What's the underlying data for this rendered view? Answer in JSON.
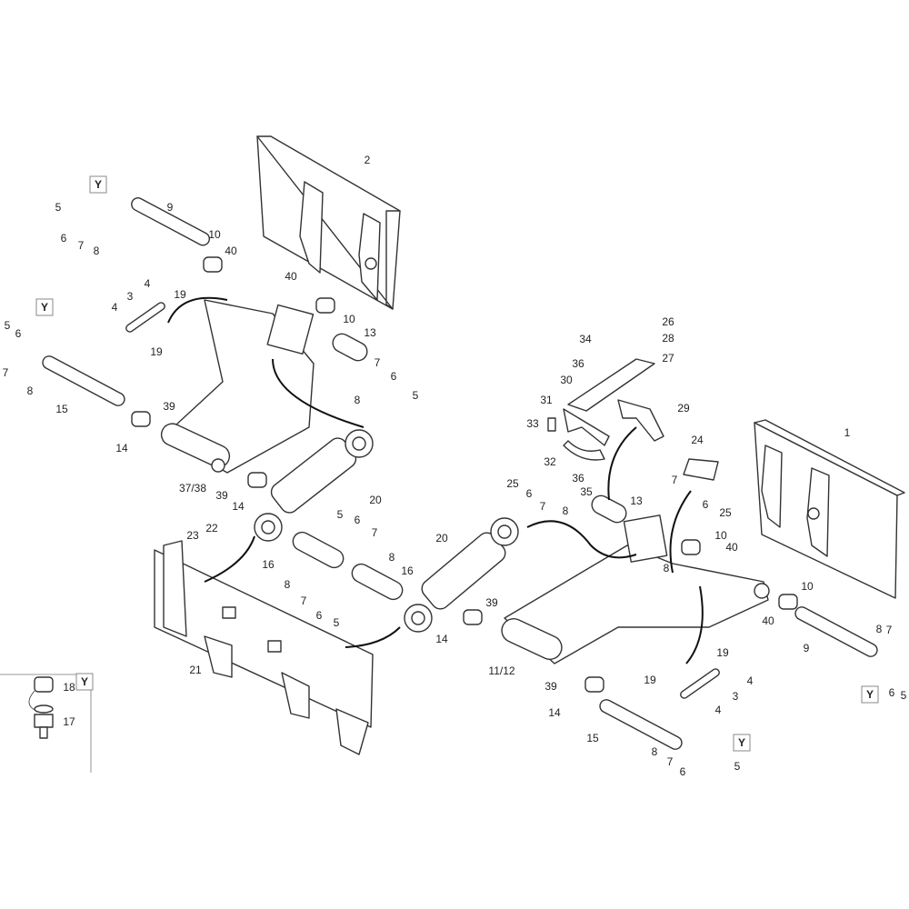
{
  "diagram": {
    "type": "exploded parts diagram",
    "part_labels": [
      "2",
      "9",
      "5",
      "6",
      "7",
      "8",
      "10",
      "40",
      "40",
      "10",
      "4",
      "3",
      "19",
      "4",
      "19",
      "5",
      "6",
      "7",
      "8",
      "15",
      "13",
      "7",
      "6",
      "5",
      "8",
      "39",
      "14",
      "37/38",
      "39",
      "14",
      "20",
      "23",
      "22",
      "5",
      "6",
      "7",
      "8",
      "16",
      "8",
      "7",
      "6",
      "5",
      "16",
      "21",
      "20",
      "39",
      "14",
      "34",
      "36",
      "26",
      "28",
      "27",
      "30",
      "31",
      "33",
      "29",
      "32",
      "25",
      "6",
      "7",
      "8",
      "36",
      "35",
      "13",
      "24",
      "7",
      "6",
      "25",
      "10",
      "40",
      "8",
      "1",
      "10",
      "40",
      "9",
      "8",
      "7",
      "6",
      "5",
      "11/12",
      "39",
      "19",
      "19",
      "4",
      "3",
      "4",
      "14",
      "15",
      "8",
      "7",
      "6",
      "5",
      "18",
      "17"
    ],
    "reference_marker": "Y",
    "reference_marker_count": 5
  }
}
